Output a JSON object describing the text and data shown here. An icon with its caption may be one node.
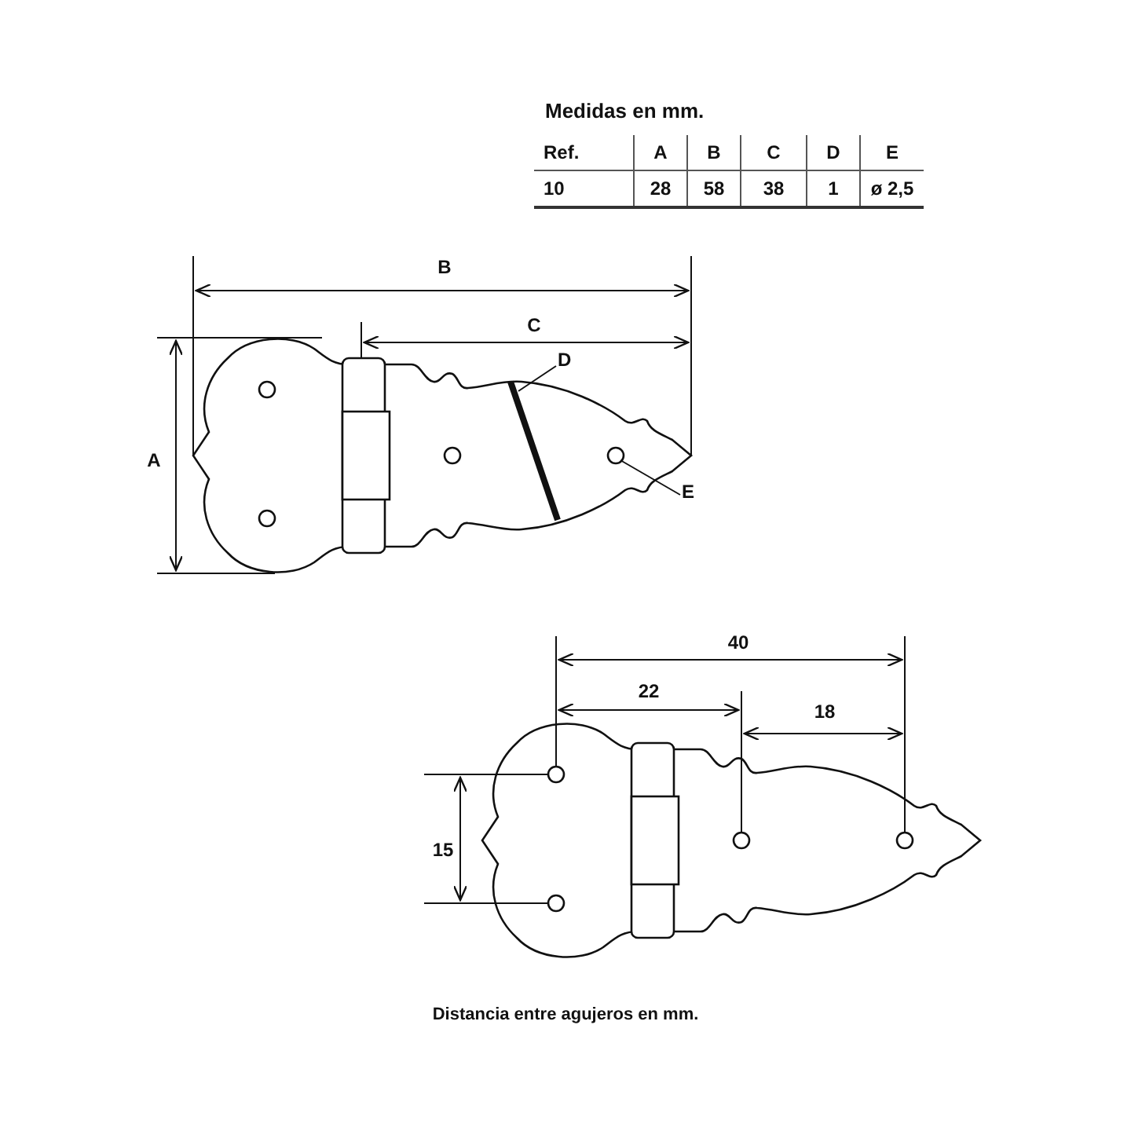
{
  "diagram": {
    "title": "Medidas en mm.",
    "caption": "Distancia entre agujeros en mm.",
    "nodes": [
      {
        "text": [
          "D"
        ]
      },
      {
        "text": [],
        "shape": "bar"
      },
      {
        "text": [
          "E"
        ]
      },
      {
        "text": [],
        "shape": "circle"
      }
    ],
    "edges": [
      {
        "from": 0,
        "to": 1,
        "arrow": "none"
      },
      {
        "from": 2,
        "to": 3,
        "arrow": "none"
      }
    ],
    "labels": [
      "Ref.",
      "A",
      "B",
      "C",
      "D",
      "E",
      "10",
      "28",
      "58",
      "38",
      "1",
      "ø 2,5",
      "B",
      "C",
      "A",
      "40",
      "22",
      "18",
      "15"
    ]
  }
}
